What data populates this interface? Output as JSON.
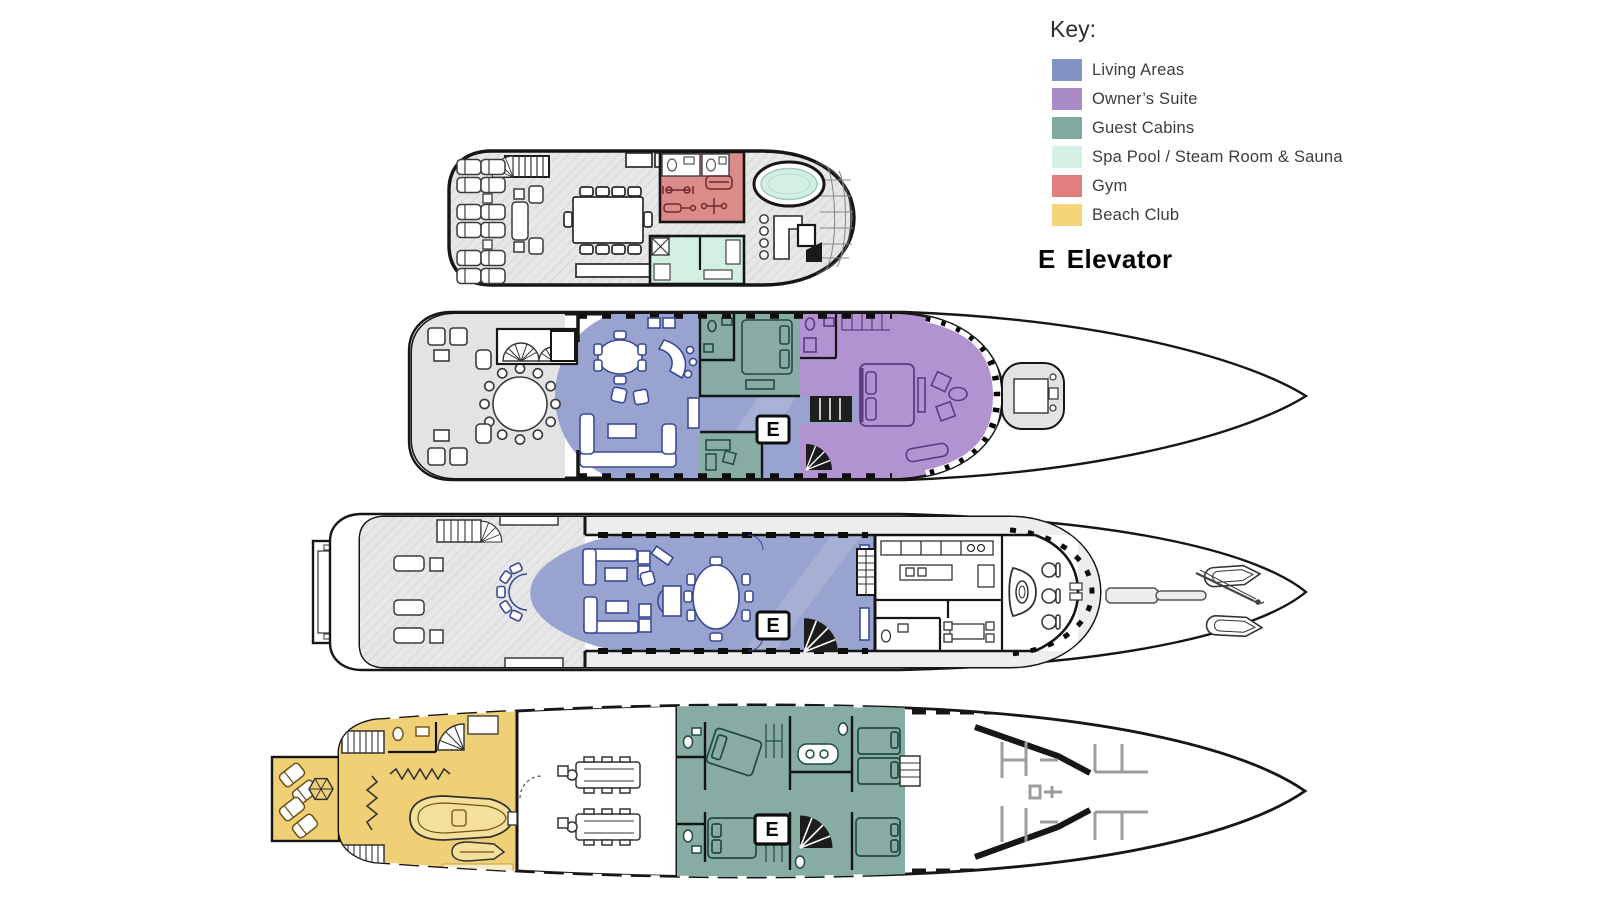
{
  "legend": {
    "title": "Key:",
    "items": [
      {
        "label": "Living Areas",
        "color": "#8293c6"
      },
      {
        "label": "Owner’s Suite",
        "color": "#a98cc7"
      },
      {
        "label": "Guest Cabins",
        "color": "#7fa9a1"
      },
      {
        "label": "Spa Pool / Steam Room & Sauna",
        "color": "#d5f1e4"
      },
      {
        "label": "Gym",
        "color": "#e07f7e"
      },
      {
        "label": "Beach Club",
        "color": "#f4d679"
      }
    ],
    "elevator_note": {
      "symbol": "E",
      "label": "Elevator"
    }
  },
  "elevator": {
    "marker": "E"
  },
  "colors": {
    "living": "#98a4cf",
    "owners": "#b392d2",
    "guest": "#87aca4",
    "spa": "#d2efe1",
    "gym": "#db8b89",
    "beach": "#f0d077",
    "beachboat": "#f5e09b",
    "deck": "#e3e3e3",
    "walk": "#ededed",
    "hull": "#161616",
    "crew": "#9c9c9c",
    "blueline": "#3c4a94",
    "tealline": "#1f4a43",
    "purpline": "#5a3d80",
    "goldline": "#6b5310"
  }
}
